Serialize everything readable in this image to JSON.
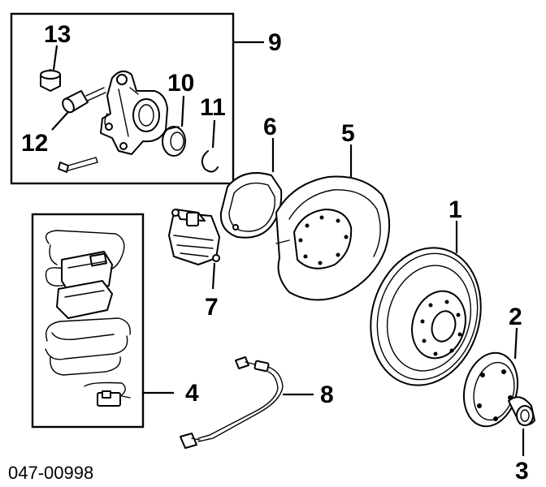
{
  "diagram_code": "047-00998",
  "callouts": {
    "n1": "1",
    "n2": "2",
    "n3": "3",
    "n4": "4",
    "n5": "5",
    "n6": "6",
    "n7": "7",
    "n8": "8",
    "n9": "9",
    "n10": "10",
    "n11": "11",
    "n12": "12",
    "n13": "13"
  }
}
